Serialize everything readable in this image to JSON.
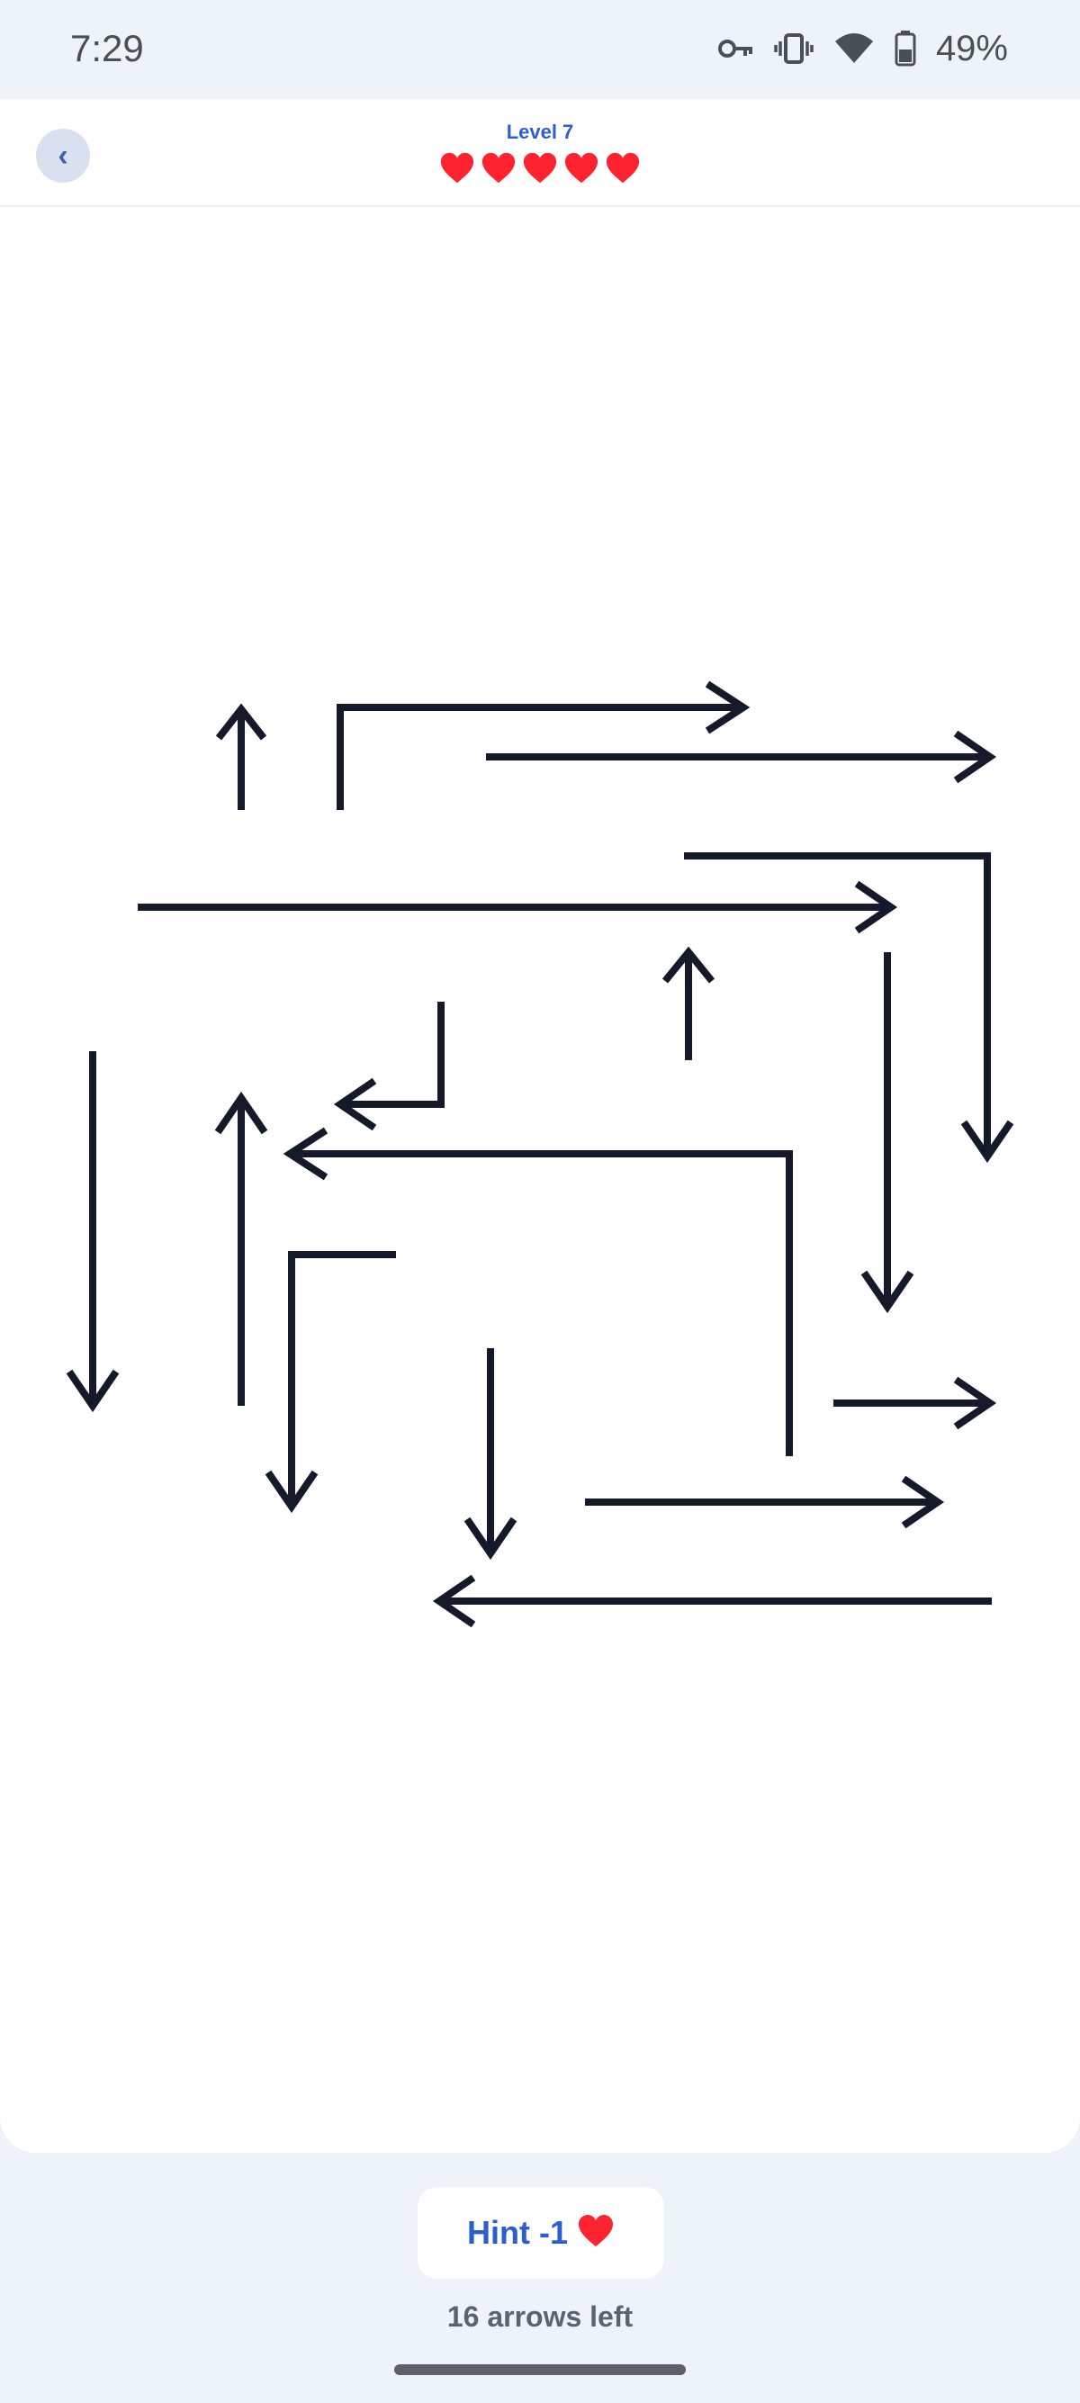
{
  "status_bar": {
    "time": "7:29",
    "battery_percent": "49%",
    "icons": [
      "vpn-key-icon",
      "vibrate-icon",
      "wifi-icon",
      "battery-icon"
    ]
  },
  "header": {
    "back_label": "‹",
    "level_title": "Level 7",
    "lives": 5,
    "lives_max": 5
  },
  "footer": {
    "hint_label": "Hint -1",
    "arrows_left_text": "16 arrows left"
  },
  "colors": {
    "arrow": "#141a2a",
    "heart": "#ff2330",
    "accent": "#2b5fd0",
    "background": "#eef2f9"
  },
  "arrows": [
    {
      "id": "up-1",
      "direction": "up"
    },
    {
      "id": "bent-right-1",
      "direction": "right"
    },
    {
      "id": "right-1",
      "direction": "right"
    },
    {
      "id": "bent-down-1",
      "direction": "down"
    },
    {
      "id": "right-long",
      "direction": "right"
    },
    {
      "id": "down-1",
      "direction": "down"
    },
    {
      "id": "up-2",
      "direction": "up"
    },
    {
      "id": "bent-left-1",
      "direction": "left"
    },
    {
      "id": "down-left-edge",
      "direction": "down"
    },
    {
      "id": "up-3",
      "direction": "up"
    },
    {
      "id": "bent-left-2",
      "direction": "left"
    },
    {
      "id": "bent-down-2",
      "direction": "down"
    },
    {
      "id": "down-2",
      "direction": "down"
    },
    {
      "id": "right-2",
      "direction": "right"
    },
    {
      "id": "right-3",
      "direction": "right"
    },
    {
      "id": "left-bottom",
      "direction": "left"
    }
  ]
}
